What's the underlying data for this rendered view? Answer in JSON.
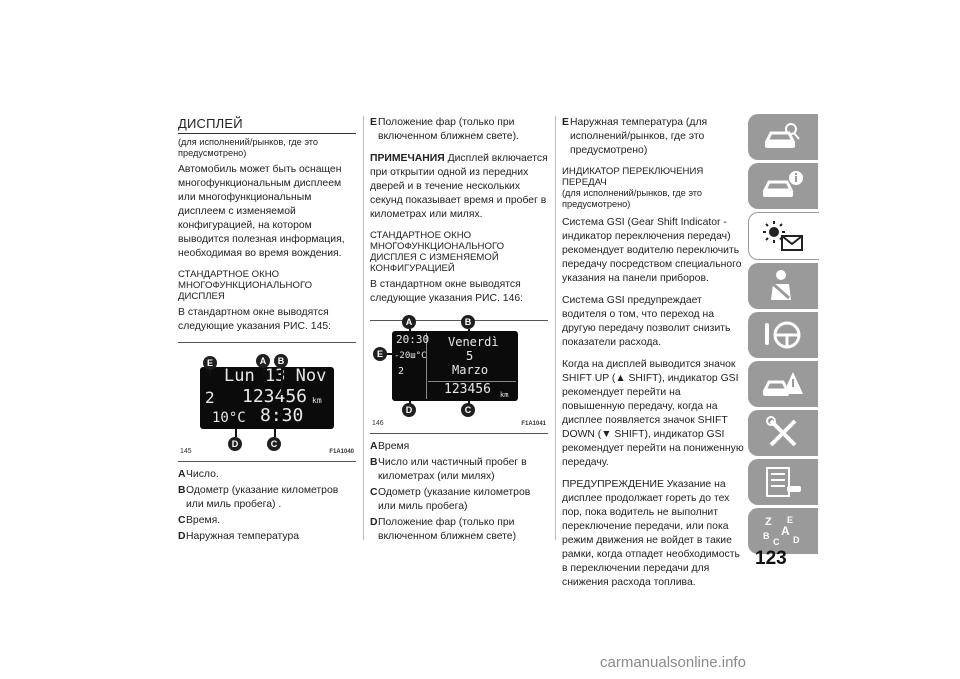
{
  "col1": {
    "heading": "ДИСПЛЕЙ",
    "subtitle": "(для исполнений/рынков, где это предусмотрено)",
    "intro": "Автомобиль может быть оснащен многофункциональным дисплеем или многофункциональным дисплеем с изменяемой конфигурацией, на котором выводится полезная информация, необходимая во время вождения.",
    "std_heading": "СТАНДАРТНОЕ ОКНО МНОГОФУНКЦИОНАЛЬНОГО ДИСПЛЕЯ",
    "std_text": "В стандартном окне выводятся следующие указания РИС. 145:",
    "figure": {
      "number": "145",
      "code": "F1A1040",
      "lcd_line1": "Lun 13 Nov",
      "lcd_gear": "2",
      "lcd_odometer": "123456",
      "lcd_unit": "km",
      "lcd_temp": "10°C",
      "lcd_time": "8:30",
      "callouts": [
        "E",
        "A",
        "B",
        "D",
        "C"
      ]
    },
    "legend": [
      {
        "letter": "A",
        "text": "Число."
      },
      {
        "letter": "B",
        "text": "Одометр (указание километров или миль пробега) ."
      },
      {
        "letter": "C",
        "text": "Время."
      },
      {
        "letter": "D",
        "text": "Наружная температура"
      }
    ]
  },
  "col2": {
    "legend_top": [
      {
        "letter": "E",
        "text": "Положение фар (только при включенном ближнем свете)."
      }
    ],
    "note_label": "ПРИМЕЧАНИЯ",
    "note_text": "Дисплей включается при открытии одной из передних дверей и в течение нескольких секунд показывает время и пробег в километрах или милях.",
    "cfg_heading": "СТАНДАРТНОЕ ОКНО МНОГОФУНКЦИОНАЛЬНОГО ДИСПЛЕЯ С ИЗМЕНЯЕМОЙ КОНФИГУРАЦИЕЙ",
    "cfg_text": "В стандартном окне выводятся следующие указания РИС. 146:",
    "figure": {
      "number": "146",
      "code": "F1A1041",
      "lcd_time": "20:30",
      "lcd_temp": "-20ш°C",
      "lcd_gear": "2",
      "lcd_day": "Venerdì",
      "lcd_date": "5",
      "lcd_month": "Marzo",
      "lcd_odometer": "123456",
      "lcd_unit": "km",
      "callouts": [
        "A",
        "B",
        "E",
        "D",
        "C"
      ]
    },
    "legend": [
      {
        "letter": "A",
        "text": "Время"
      },
      {
        "letter": "B",
        "text": "Число или частичный пробег в километрах (или милях)"
      },
      {
        "letter": "C",
        "text": "Одометр (указание километров или миль пробега)"
      },
      {
        "letter": "D",
        "text": "Положение фар (только при включенном ближнем свете)"
      }
    ]
  },
  "col3": {
    "legend_top": [
      {
        "letter": "E",
        "text": "Наружная температура (для исполнений/рынков, где это предусмотрено)"
      }
    ],
    "gsi_heading": "ИНДИКАТОР ПЕРЕКЛЮЧЕНИЯ ПЕРЕДАЧ",
    "gsi_subtitle": "(для исполнений/рынков, где это предусмотрено)",
    "gsi_p1": "Система GSI (Gear Shift Indicator - индикатор переключения передач) рекомендует водителю переключить передачу посредством специального указания на панели приборов.",
    "gsi_p2": "Система GSI предупреждает водителя о том, что переход на другую передачу позволит снизить показатели расхода.",
    "gsi_p3_a": "Когда на дисплей выводится значок SHIFT UP (",
    "gsi_p3_b": " SHIFT), индикатор GSI рекомендует перейти на повышенную передачу, когда на дисплее появляется значок SHIFT DOWN (",
    "gsi_p3_c": " SHIFT), индикатор GSI рекомендует перейти на пониженную передачу.",
    "warn_label": "ПРЕДУПРЕЖДЕНИЕ",
    "warn_text": "Указание на дисплее продолжает гореть до тех пор, пока водитель не выполнит переключение передачи, или пока режим движения не войдет в такие рамки, когда отпадет необходимость в переключении передачи для снижения расхода топлива."
  },
  "sidebar": {
    "icons": [
      "car-search-icon",
      "car-info-icon",
      "light-envelope-icon",
      "person-seatbelt-icon",
      "steering-wheel-icon",
      "car-warning-icon",
      "wrench-screwdriver-icon",
      "checklist-car-icon",
      "alphabet-index-icon"
    ],
    "active_index": 2,
    "tab_color": "#9a9a9a"
  },
  "page_number": "123",
  "watermark": "carmanualsonline.info"
}
